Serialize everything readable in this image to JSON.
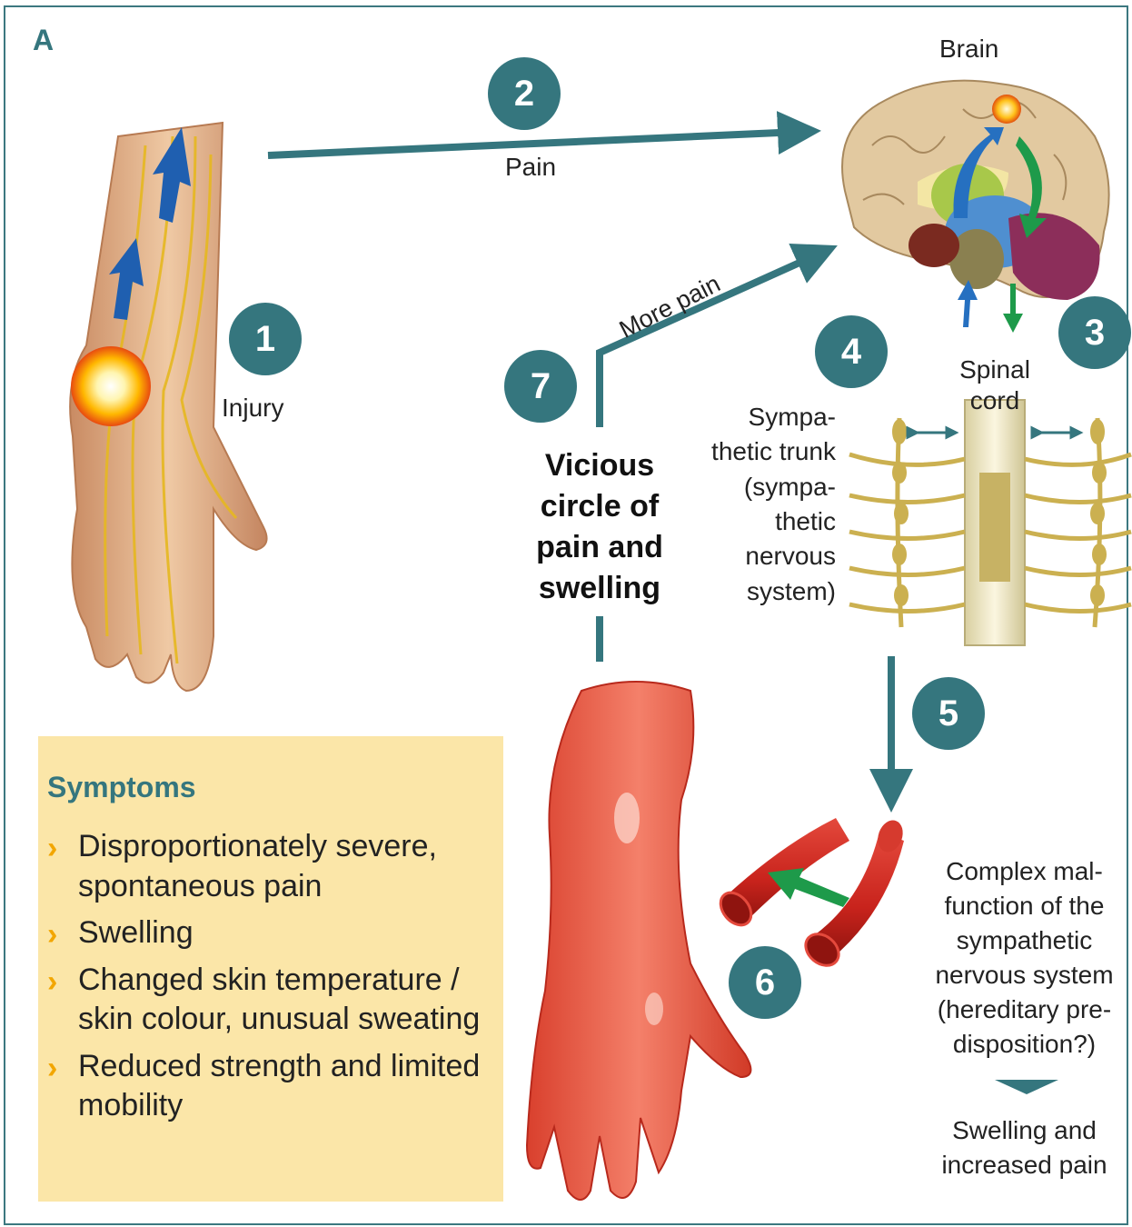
{
  "panel_label": "A",
  "labels": {
    "brain": "Brain",
    "pain": "Pain",
    "injury": "Injury",
    "more_pain": "More pain",
    "spinal_cord": "Spinal cord",
    "sympathetic_trunk": "Sympa-thetic trunk (sympa-thetic nervous system)",
    "vicious_circle": "Vicious circle of pain and swelling",
    "complex_malfunction": "Complex mal-function of the sympathetic nervous system (hereditary pre-disposition?)",
    "result": "Swelling and increased pain"
  },
  "steps": [
    "1",
    "2",
    "3",
    "4",
    "5",
    "6",
    "7"
  ],
  "symptoms": {
    "title": "Symptoms",
    "items": [
      "Disproportionately severe, spontaneous pain",
      "Swelling",
      "Changed skin temperature / skin colour, unusual sweating",
      "Reduced strength and limited mobility"
    ]
  },
  "colors": {
    "accent": "#35767e",
    "symptoms_background": "#fbe6a8",
    "bullet": "#f2a600",
    "vessel": "#c8231c",
    "nerve": "#e0c04a"
  },
  "icons": [
    "injured-arm-icon",
    "brain-icon",
    "spinal-cord-icon",
    "swollen-hand-icon",
    "blood-vessel-icon",
    "pain-spot-icon"
  ]
}
